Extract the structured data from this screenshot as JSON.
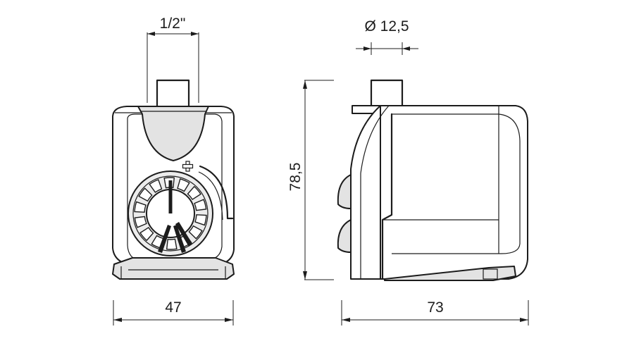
{
  "dimensions": {
    "front_outlet": "1/2\"",
    "side_outlet": "Ø 12,5",
    "height": "78,5",
    "front_width": "47",
    "side_depth": "73"
  },
  "icons": {
    "flow_adjust": "plus-icon"
  }
}
